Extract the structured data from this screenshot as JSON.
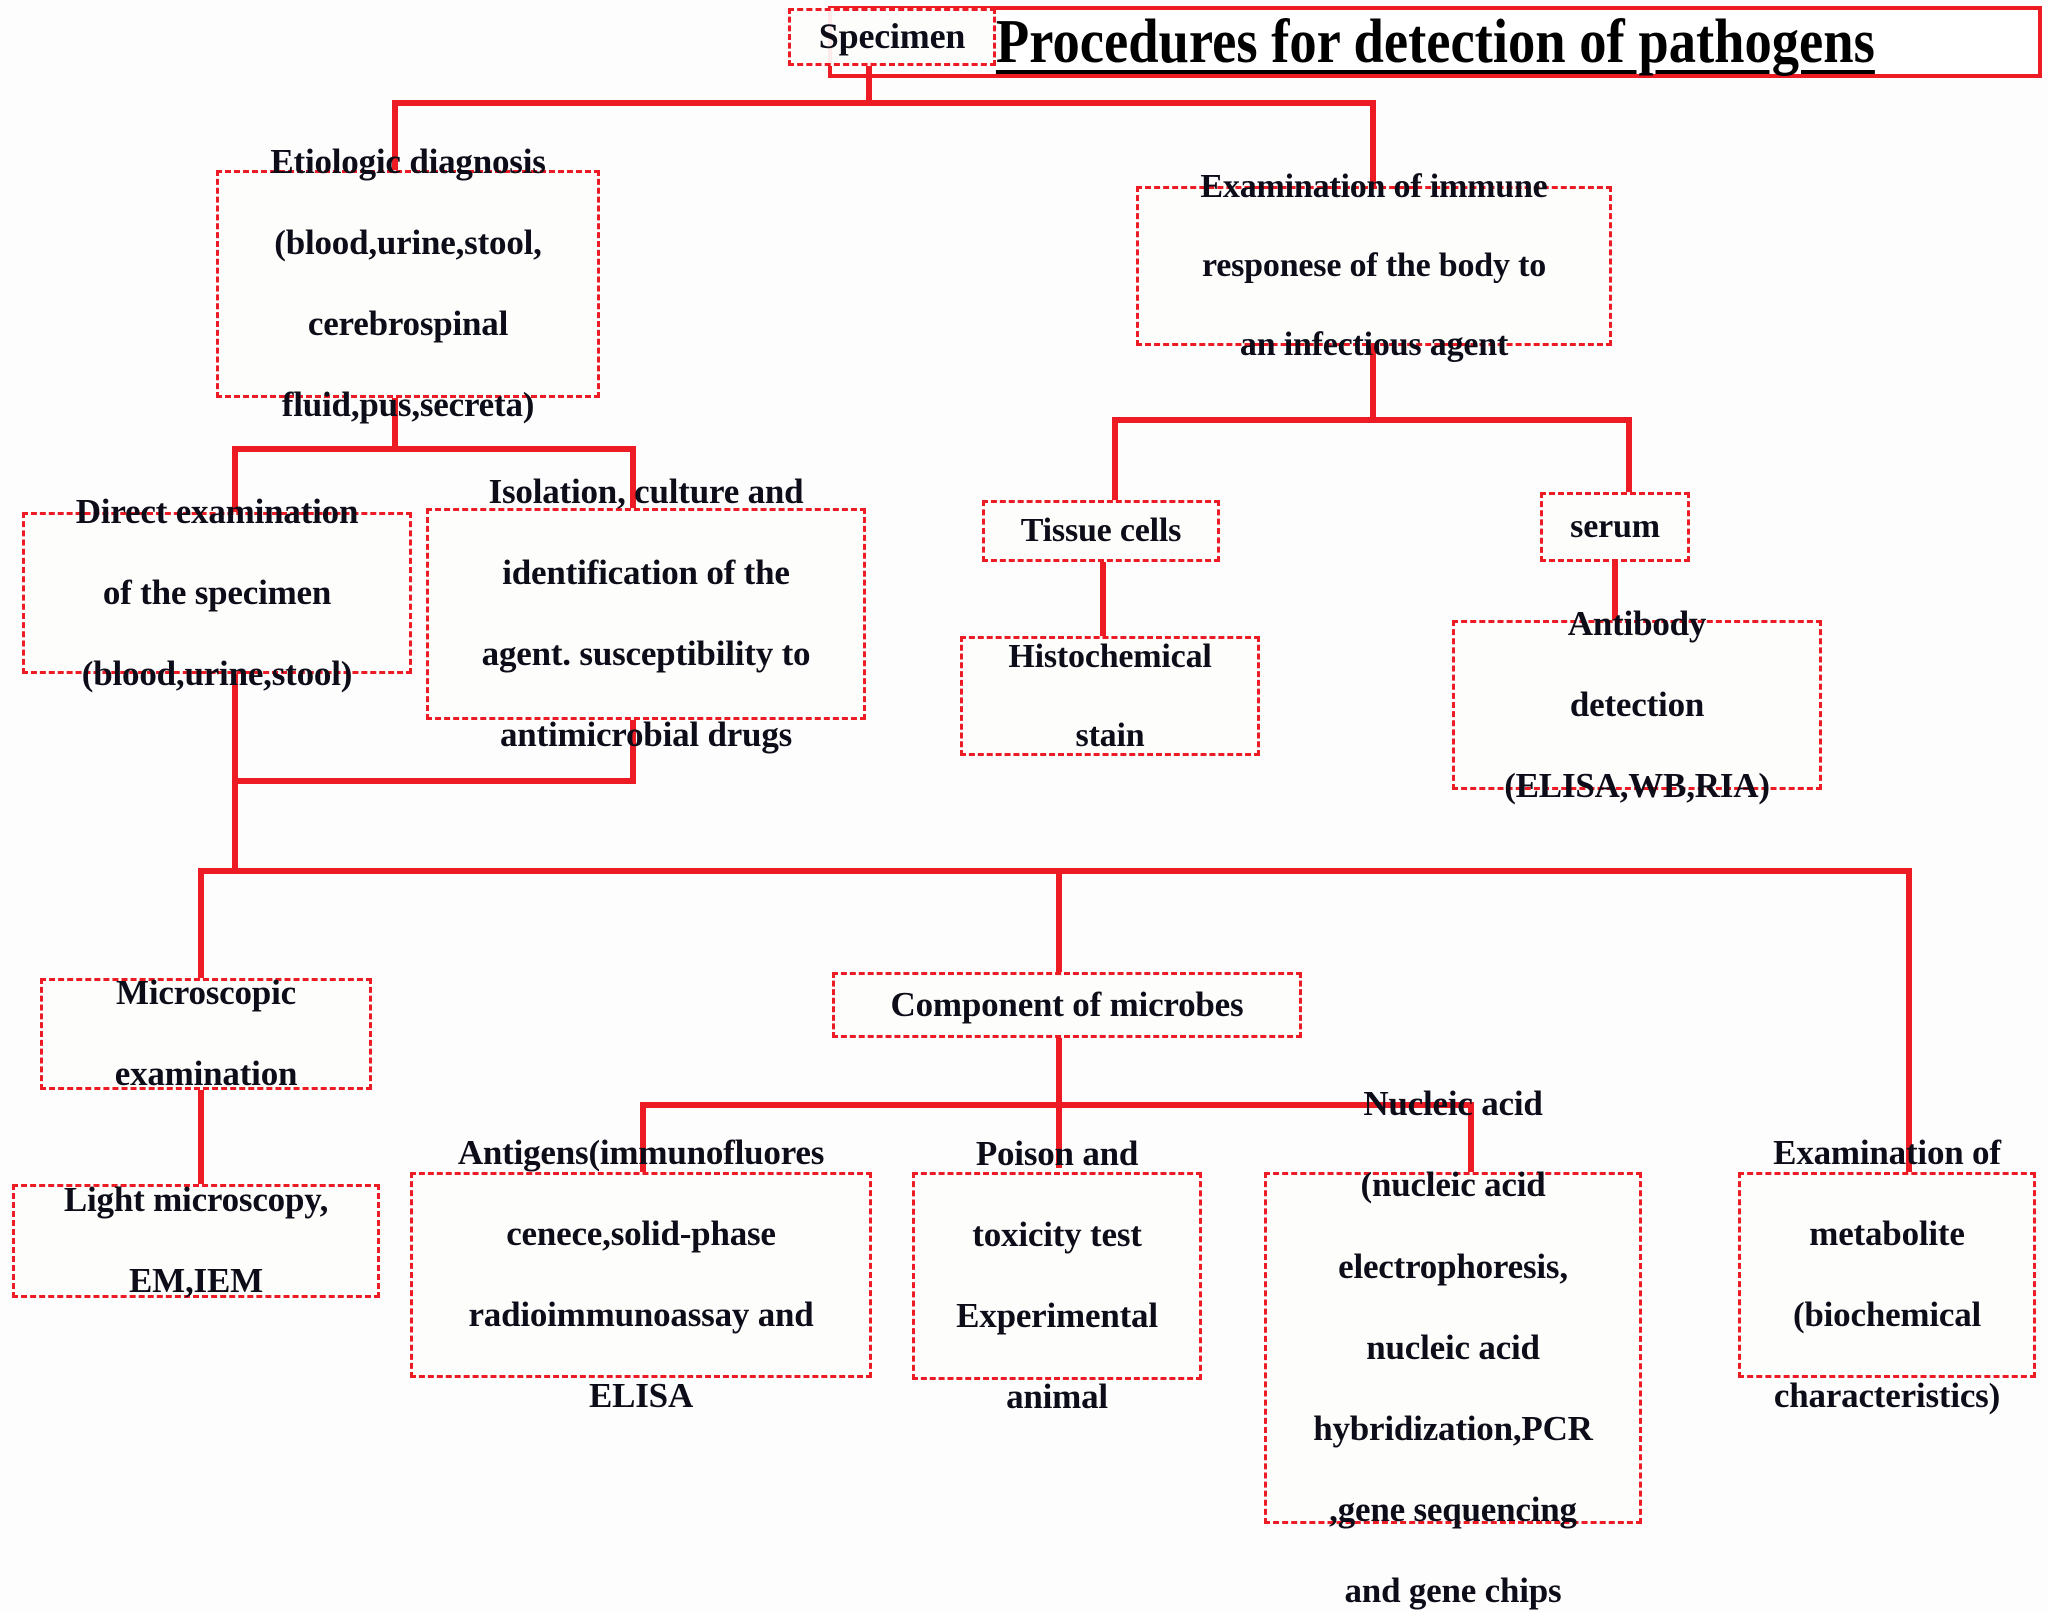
{
  "title": {
    "text": "Procedures for detection of pathogens"
  },
  "theme": {
    "line_color": "#ed1c24",
    "box_border_color": "#ed1c24",
    "text_color": "#0d0d19",
    "background": "#fdfdfd"
  },
  "nodes": {
    "specimen": "Specimen",
    "etiologic_diagnosis": "Etiologic diagnosis (blood,urine,stool, cerebrospinal fluid,pus,secreta)",
    "immune_examination": "Examination of immune responese of the body to an infectious agent",
    "direct_examination": "Direct examination of the specimen (blood,urine,stool)",
    "isolation_culture": "Isolation, culture and identification of the agent. susceptibility to antimicrobial drugs",
    "tissue_cells": "Tissue cells",
    "serum": "serum",
    "histochemical_stain": "Histochemical stain",
    "antibody_detection": "Antibody detection (ELISA,WB,RIA)",
    "microscopic_examination": "Microscopic examination",
    "component_of_microbes": "Component of microbes",
    "light_microscopy": "Light microscopy, EM,IEM",
    "antigens": "Antigens(immunofluorescenece,solid-phase radioimmunoassay and ELISA",
    "poison_toxicity": "Poison and toxicity test Experimental animal",
    "nucleic_acid": "Nucleic acid (nucleic acid electrophoresis, nucleic acid hybridization,PCR ,gene sequencing and gene chips",
    "metabolite": "Examination of metabolite (biochemical characteristics)"
  },
  "node_lines": {
    "etiologic_diagnosis": [
      "Etiologic diagnosis",
      "(blood,urine,stool,",
      "cerebrospinal",
      "fluid,pus,secreta)"
    ],
    "immune_examination": [
      "Examination of immune",
      "responese of the body to",
      "an infectious agent"
    ],
    "direct_examination": [
      "Direct examination",
      "of the specimen",
      "(blood,urine,stool)"
    ],
    "isolation_culture": [
      "Isolation, culture and",
      "identification of the",
      "agent. susceptibility to",
      "antimicrobial drugs"
    ],
    "histochemical_stain": [
      "Histochemical",
      "stain"
    ],
    "antibody_detection": [
      "Antibody",
      "detection",
      "(ELISA,WB,RIA)"
    ],
    "microscopic_examination": [
      "Microscopic",
      "examination"
    ],
    "light_microscopy": [
      "Light microscopy,",
      "EM,IEM"
    ],
    "antigens": [
      "Antigens(immunofluores",
      "cenece,solid-phase",
      "radioimmunoassay and",
      "ELISA"
    ],
    "poison_toxicity": [
      "Poison and",
      "toxicity test",
      "Experimental",
      "animal"
    ],
    "nucleic_acid": [
      "Nucleic acid",
      "(nucleic acid",
      "electrophoresis,",
      "nucleic acid",
      "hybridization,PCR",
      ",gene sequencing",
      "and gene chips"
    ],
    "metabolite": [
      "Examination of",
      "metabolite",
      "(biochemical",
      "characteristics)"
    ]
  }
}
